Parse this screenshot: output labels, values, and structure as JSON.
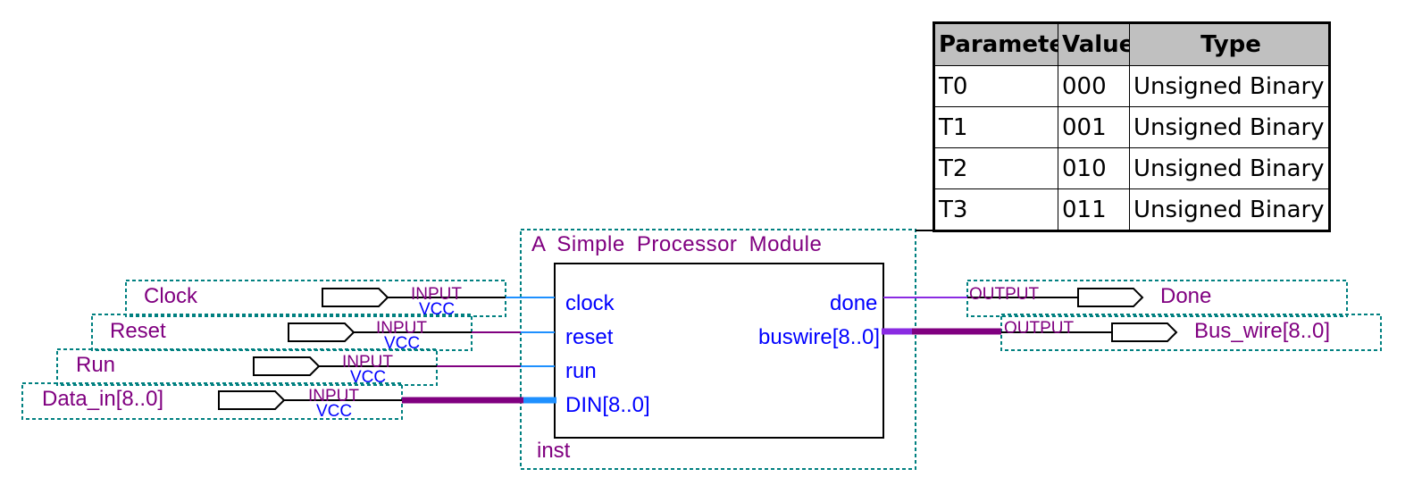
{
  "parameter_table": {
    "headers": [
      "Parameter",
      "Value",
      "Type"
    ],
    "rows": [
      [
        "T0",
        "000",
        "Unsigned Binary"
      ],
      [
        "T1",
        "001",
        "Unsigned Binary"
      ],
      [
        "T2",
        "010",
        "Unsigned Binary"
      ],
      [
        "T3",
        "011",
        "Unsigned Binary"
      ]
    ]
  },
  "module": {
    "title": "A Simple Processor Module",
    "instance": "inst",
    "inputs": [
      "clock",
      "reset",
      "run",
      "DIN[8..0]"
    ],
    "outputs": [
      "done",
      "buswire[8..0]"
    ]
  },
  "input_pins": [
    {
      "name": "Clock",
      "type": "INPUT",
      "default": "VCC"
    },
    {
      "name": "Reset",
      "type": "INPUT",
      "default": "VCC"
    },
    {
      "name": "Run",
      "type": "INPUT",
      "default": "VCC"
    },
    {
      "name": "Data_in[8..0]",
      "type": "INPUT",
      "default": "VCC"
    }
  ],
  "output_pins": [
    {
      "name": "Done",
      "type": "OUTPUT"
    },
    {
      "name": "Bus_wire[8..0]",
      "type": "OUTPUT"
    }
  ],
  "colors": {
    "pin_text": "#800080",
    "port_text": "#0000ff",
    "single_wire_in": "#1e90ff",
    "single_wire_out": "#800080",
    "bus_in": "#1e90ff",
    "bus_out": "#8a2be2",
    "frame_dotted": "#008080"
  }
}
